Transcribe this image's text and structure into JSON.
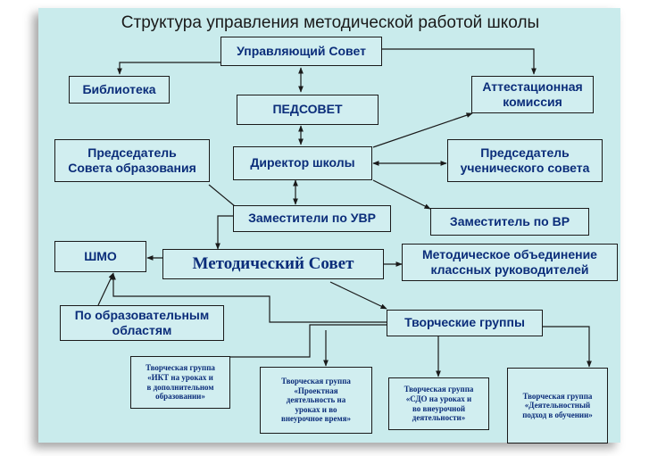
{
  "title": "Структура управления методической работой школы",
  "nodes": {
    "upravl_sovet": "Управляющий Совет",
    "biblioteka": "Библиотека",
    "attest_1": "Аттестационная",
    "attest_2": "комиссия",
    "pedsovet": "ПЕДСОВЕТ",
    "pred_sov_obr_1": "Председатель",
    "pred_sov_obr_2": "Совета образования",
    "direktor": "Директор школы",
    "pred_uch_1": "Председатель",
    "pred_uch_2": "ученического совета",
    "zam_uvr": "Заместители по УВР",
    "zam_vr": "Заместитель по ВР",
    "shmo": "ШМО",
    "metod_sovet": "Методический Совет",
    "mo_kl_1": "Методическое объединение",
    "mo_kl_2": "классных руководителей",
    "po_obl_1": "По образовательным",
    "po_obl_2": "областям",
    "tvorch_gruppy": "Творческие группы",
    "tg_ikt": [
      "Творческая группа",
      "«ИКТ на уроках и",
      "в дополнительном",
      "образовании»"
    ],
    "tg_proekt": [
      "Творческая группа",
      "«Проектная",
      "деятельность на",
      "уроках и во",
      "внеурочное время»"
    ],
    "tg_sdo": [
      "Творческая группа",
      "«СДО на уроках и",
      "во внеурочной",
      "деятельности»"
    ],
    "tg_deyat": [
      "Творческая группа",
      "«Деятельностный",
      "подход в обучении»"
    ]
  },
  "colors": {
    "panel": "#c9ebec",
    "box_fill": "#d1eef0",
    "box_text": "#0b2d7a",
    "lines": "#1a1a1a"
  }
}
